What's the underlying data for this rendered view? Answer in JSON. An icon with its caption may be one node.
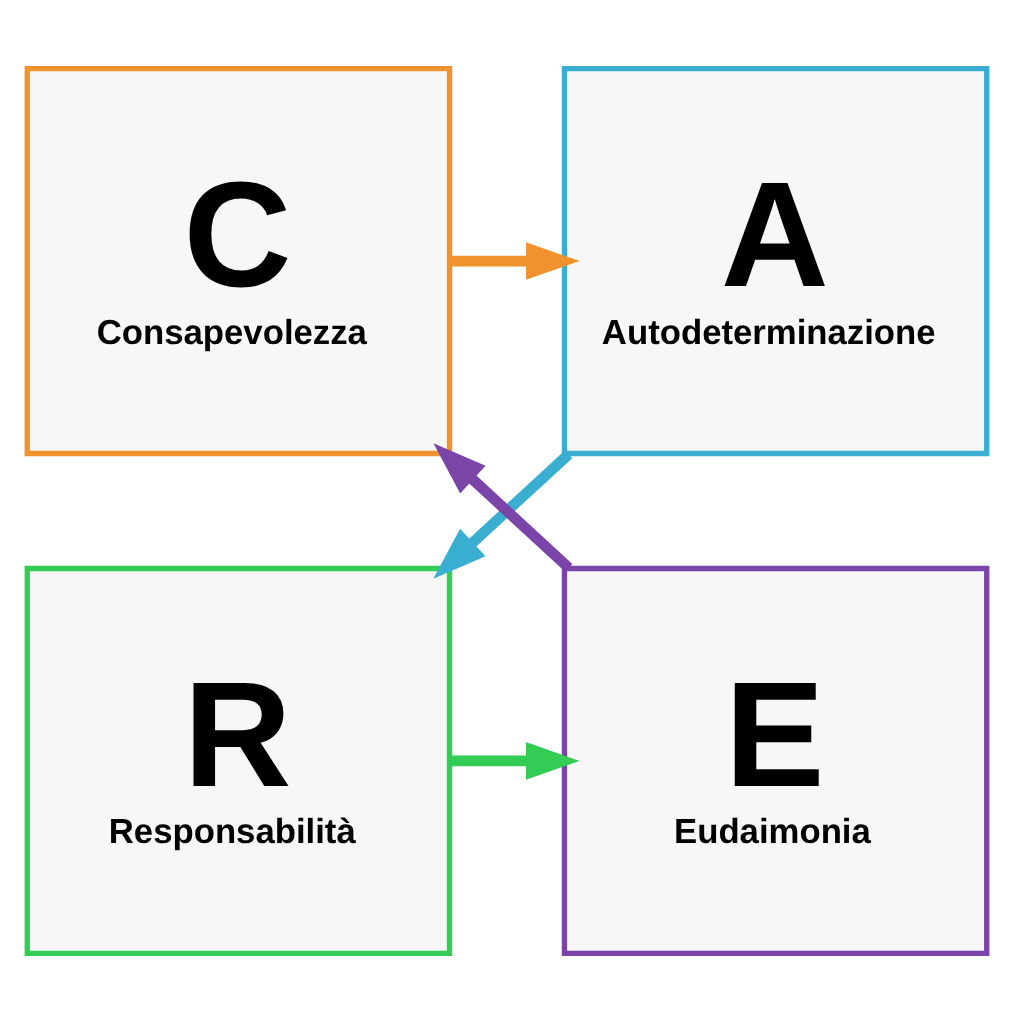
{
  "diagram": {
    "nodes": [
      {
        "text": [
          "C",
          "Consapevolezza"
        ]
      },
      {
        "text": [
          "A",
          "Autodeterminazione"
        ]
      },
      {
        "text": [
          "R",
          "Responsabilità"
        ]
      },
      {
        "text": [
          "E",
          "Eudaimonia"
        ]
      }
    ],
    "edges": [
      {
        "from": 0,
        "to": 1,
        "arrow": "to",
        "color": "#f0922e"
      },
      {
        "from": 1,
        "to": 2,
        "arrow": "to",
        "color": "#3aaed0"
      },
      {
        "from": 2,
        "to": 3,
        "arrow": "to",
        "color": "#33cc55"
      },
      {
        "from": 3,
        "to": 0,
        "arrow": "to",
        "color": "#7a44a8"
      }
    ]
  }
}
